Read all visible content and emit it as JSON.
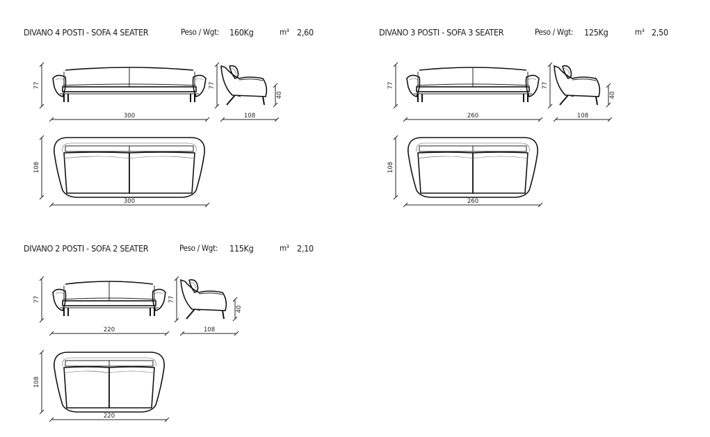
{
  "products": [
    {
      "title": "DIVANO 4 POSTI - SOFA 4 SEATER",
      "weight_label": "Peso / Wgt:",
      "weight": "160Kg",
      "volume_unit": "m³",
      "volume": "2,60",
      "dims": {
        "height": "77",
        "width": "300",
        "depth": "108",
        "seat_height": "40"
      }
    },
    {
      "title": "DIVANO 3 POSTI - SOFA 3 SEATER",
      "weight_label": "Peso / Wgt:",
      "weight": "125Kg",
      "volume_unit": "m³",
      "volume": "2,50",
      "dims": {
        "height": "77",
        "width": "260",
        "depth": "108",
        "seat_height": "40"
      }
    },
    {
      "title": "DIVANO 2 POSTI - SOFA 2 SEATER",
      "weight_label": "Peso / Wgt:",
      "weight": "115Kg",
      "volume_unit": "m³",
      "volume": "2,10",
      "dims": {
        "height": "77",
        "width": "220",
        "depth": "108",
        "seat_height": "40"
      }
    }
  ]
}
